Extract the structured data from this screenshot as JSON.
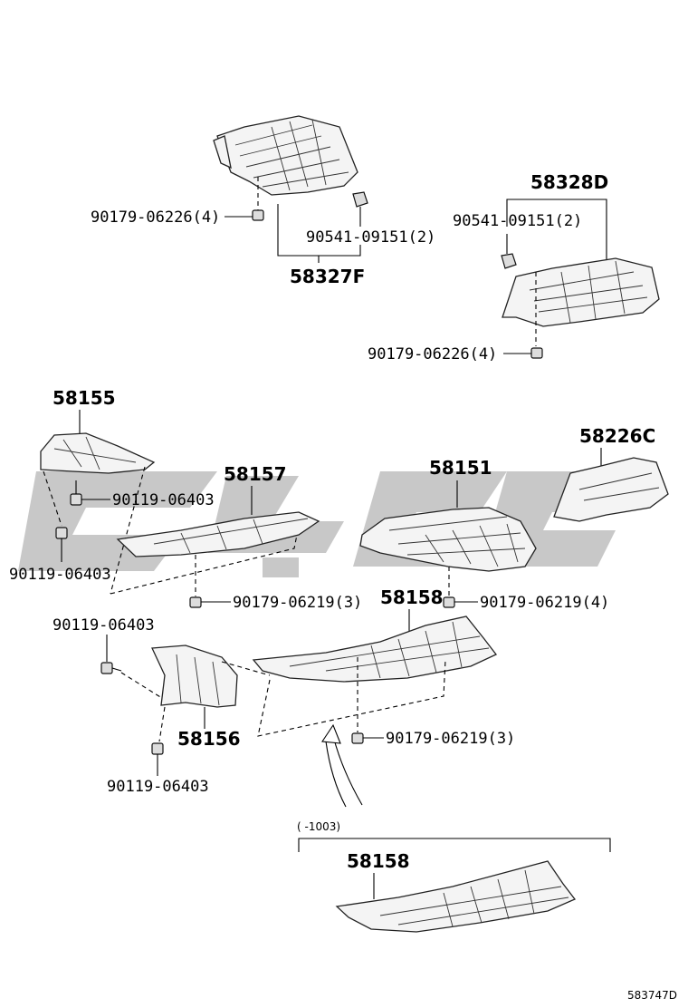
{
  "diagram": {
    "part_numbers": {
      "p58327F": "58327F",
      "p58328D": "58328D",
      "p58155": "58155",
      "p58157": "58157",
      "p58151": "58151",
      "p58226C": "58226C",
      "p58158": "58158",
      "p58156": "58156",
      "p58158_alt": "58158"
    },
    "fasteners": {
      "f1": "90179-06226(4)",
      "f2": "90541-09151(2)",
      "f3": "90541-09151(2)",
      "f4": "90179-06226(4)",
      "f5": "90119-06403",
      "f6": "90119-06403",
      "f7": "90179-06219(3)",
      "f8": "90179-06219(4)",
      "f9": "90119-06403",
      "f10": "90179-06219(3)",
      "f11": "90119-06403"
    },
    "variant_note": "(      -1003)",
    "drawing_code": "583747D"
  }
}
